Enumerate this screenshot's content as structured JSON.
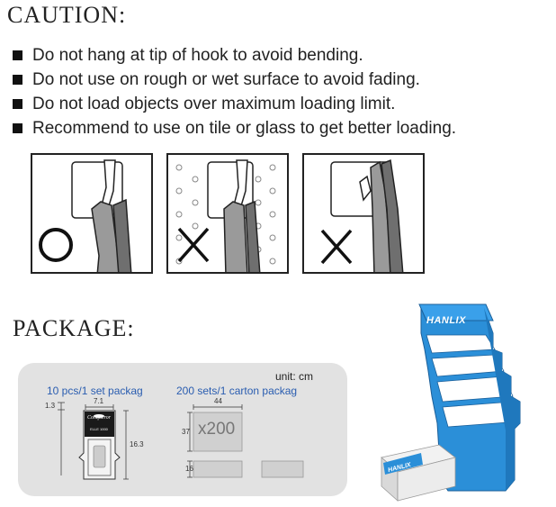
{
  "caution": {
    "title": "CAUTION:",
    "items": [
      "Do not hang at tip of hook to avoid bending.",
      "Do not use on rough or wet surface to avoid fading.",
      "Do not load objects over maximum loading limit.",
      "Recommend to use on tile or glass to get better loading."
    ],
    "panels": [
      {
        "mark": "correct",
        "surface": "tile"
      },
      {
        "mark": "wrong",
        "surface": "rough"
      },
      {
        "mark": "wrong",
        "surface": "hook-tip"
      }
    ]
  },
  "package": {
    "title": "PACKAGE:",
    "unit": "unit: cm",
    "set_label": "10 pcs/1 set packag",
    "carton_label": "200 sets/1 carton packag",
    "dims": {
      "card_hole": "1.3",
      "card_width": "7.1",
      "card_height": "16.3",
      "carton_width": "44",
      "carton_height": "37",
      "carton_depth": "16"
    },
    "multiplier": "x200",
    "card_brand": "Conqueror",
    "card_code": "ELLE 1000",
    "brand": "HANLIX",
    "display_color": "#2b8fd8"
  }
}
